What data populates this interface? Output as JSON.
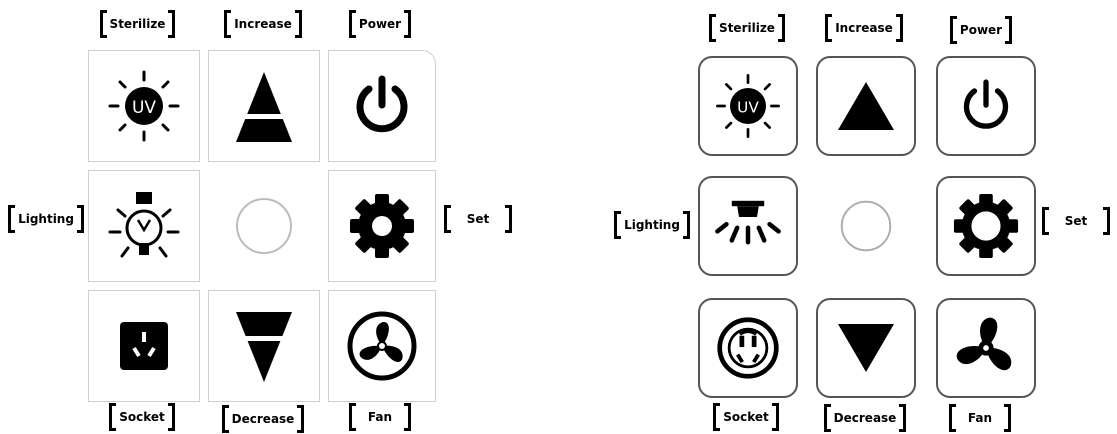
{
  "panels": [
    {
      "labels": {
        "sterilize": "Sterilize",
        "increase": "Increase",
        "power": "Power",
        "lighting": "Lighting",
        "set": "Set",
        "socket": "Socket",
        "decrease": "Decrease",
        "fan": "Fan"
      },
      "icons": {
        "sterilize": "uv-sun-icon",
        "increase": "triangle-up-icon",
        "power": "power-icon",
        "lighting": "light-bulb-icon",
        "center": "circle-indicator",
        "set": "gear-icon",
        "socket": "socket-icon",
        "decrease": "triangle-down-icon",
        "fan": "fan-icon"
      },
      "uv_text": "UV"
    },
    {
      "labels": {
        "sterilize": "Sterilize",
        "increase": "Increase",
        "power": "Power",
        "lighting": "Lighting",
        "set": "Set",
        "socket": "Socket",
        "decrease": "Decrease",
        "fan": "Fan"
      },
      "icons": {
        "sterilize": "uv-sun-icon",
        "increase": "triangle-up-icon",
        "power": "power-icon",
        "lighting": "ceiling-lamp-icon",
        "center": "circle-indicator",
        "set": "gear-icon",
        "socket": "socket-icon",
        "decrease": "triangle-down-icon",
        "fan": "propeller-fan-icon"
      },
      "uv_text": "UV"
    }
  ]
}
